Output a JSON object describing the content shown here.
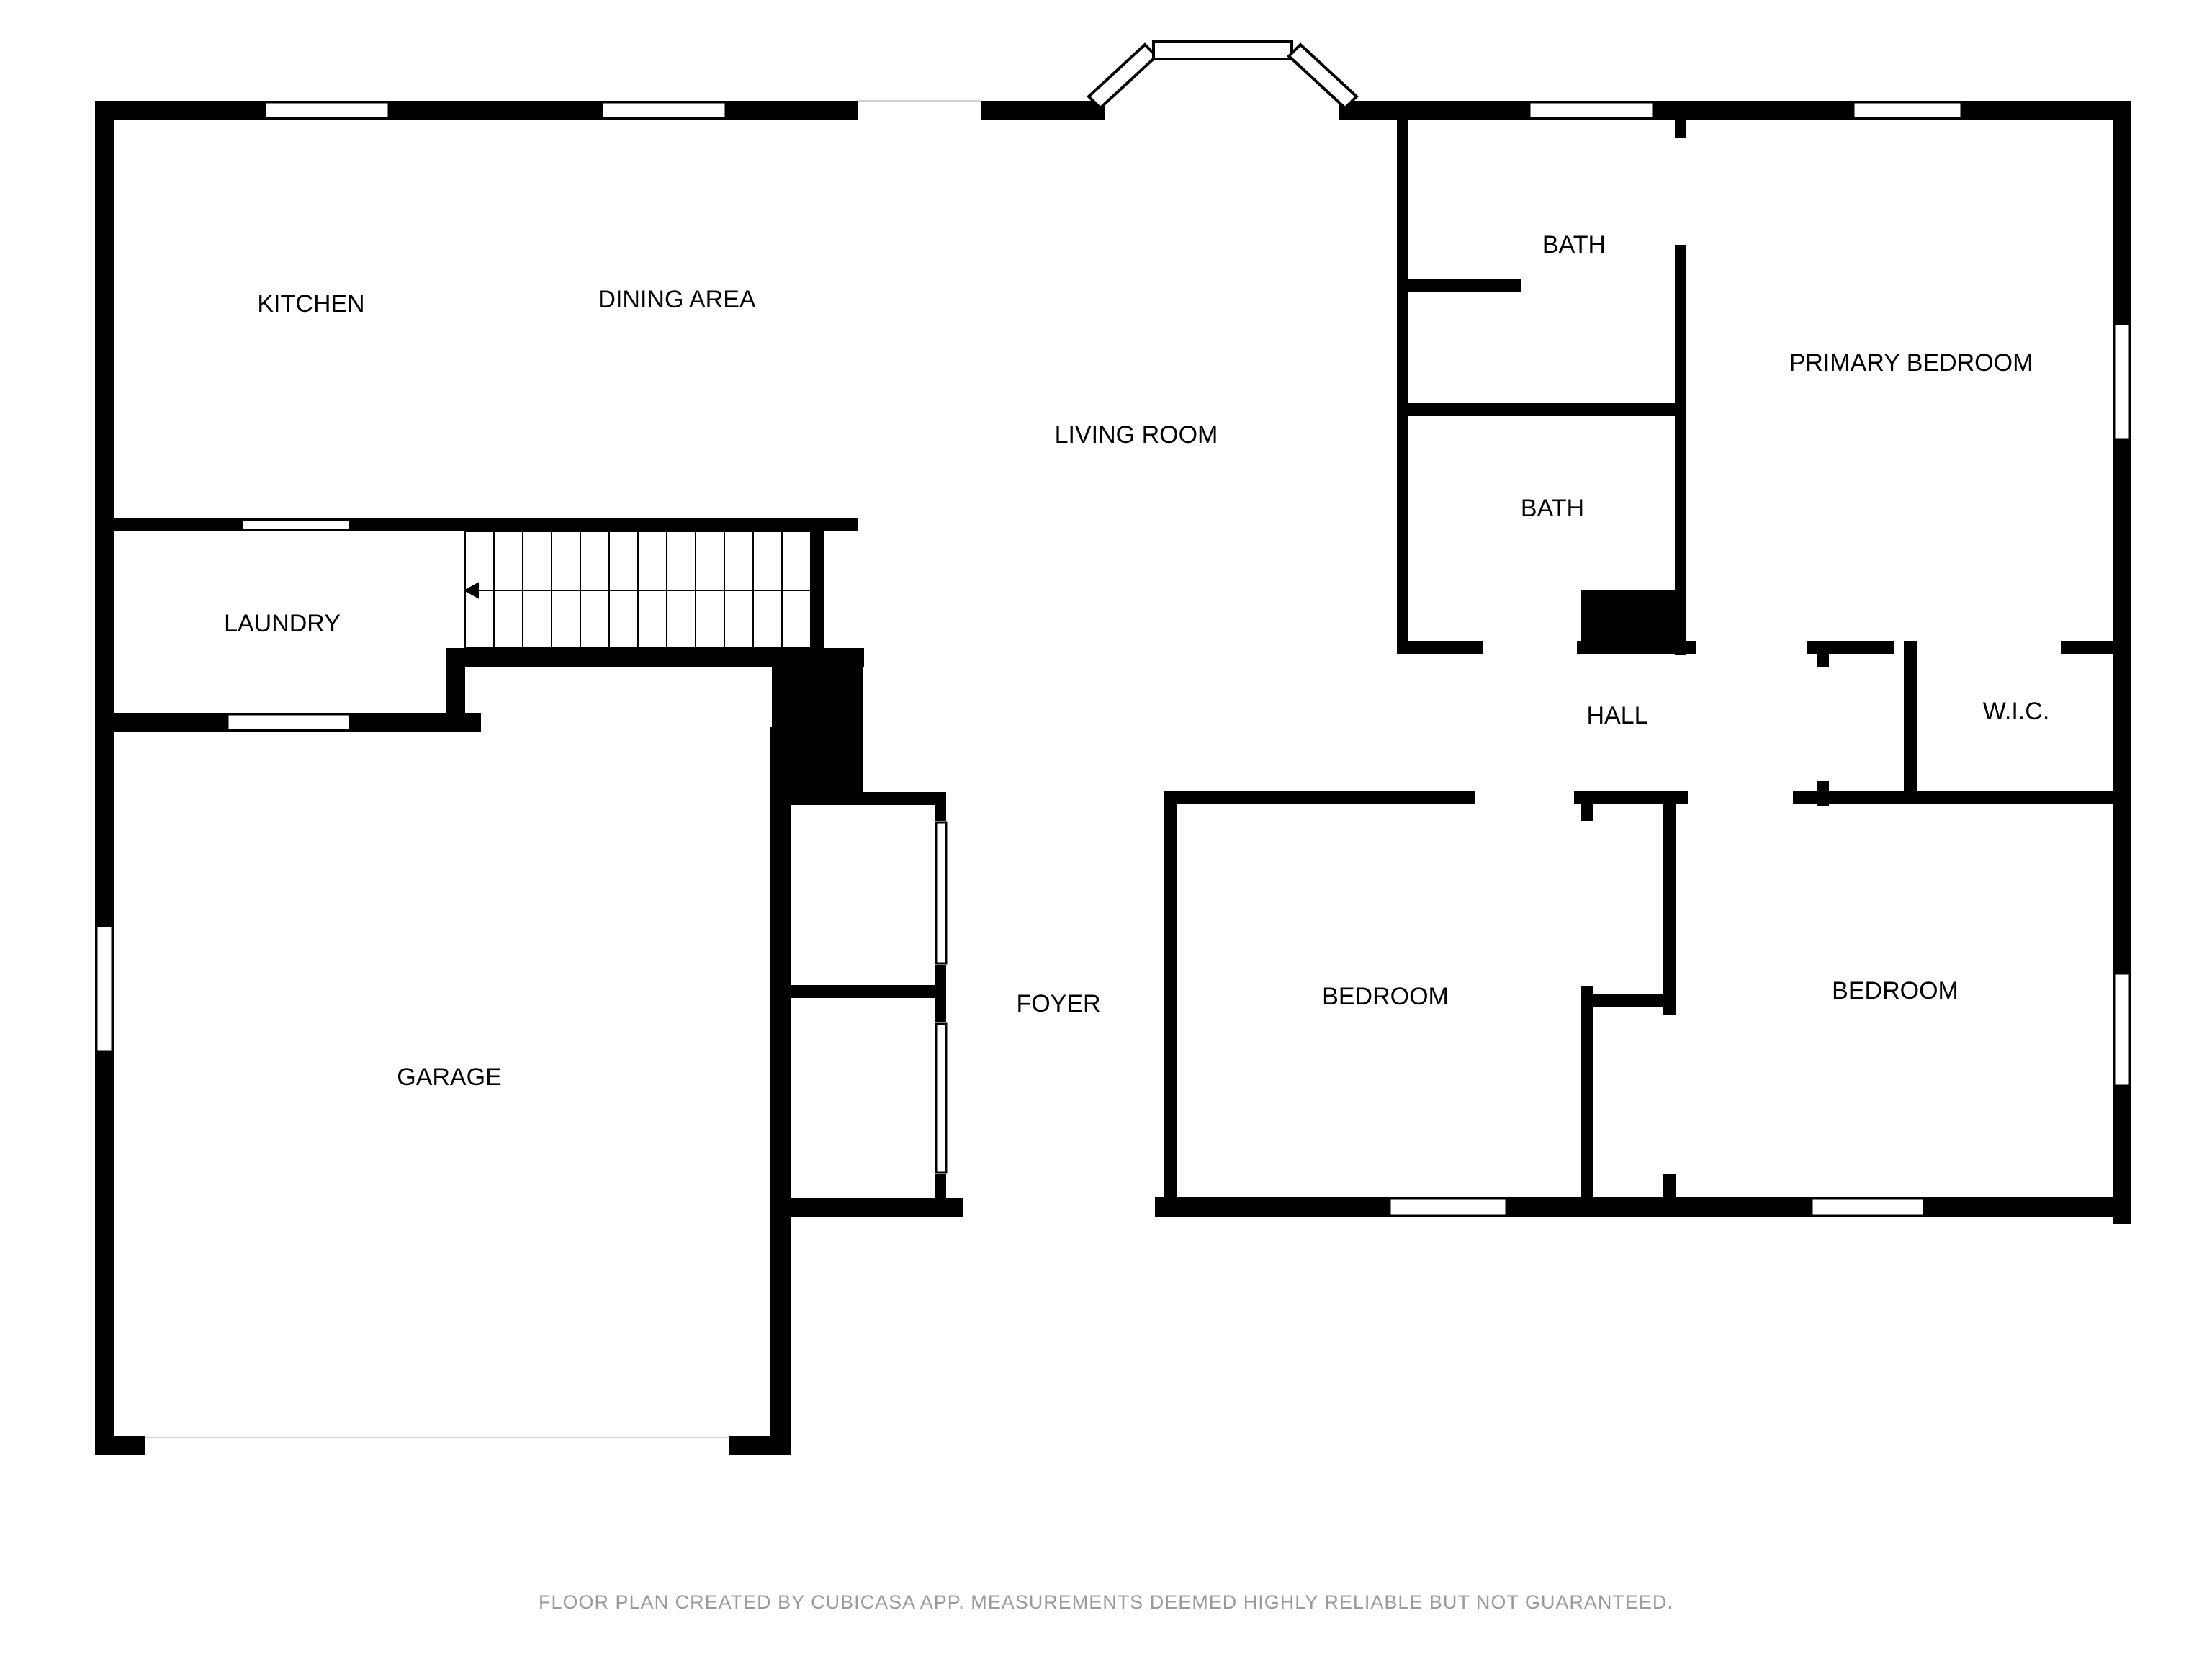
{
  "rooms": {
    "kitchen": "KITCHEN",
    "dining_area": "DINING AREA",
    "living_room": "LIVING ROOM",
    "laundry": "LAUNDRY",
    "garage": "GARAGE",
    "foyer": "FOYER",
    "bath_upper": "BATH",
    "bath_lower": "BATH",
    "primary_bedroom": "PRIMARY BEDROOM",
    "hall": "HALL",
    "wic": "W.I.C.",
    "bedroom_left": "BEDROOM",
    "bedroom_right": "BEDROOM"
  },
  "footer": "FLOOR PLAN CREATED BY CUBICASA APP. MEASUREMENTS DEEMED HIGHLY RELIABLE BUT NOT GUARANTEED.",
  "colors": {
    "wall": "#000000",
    "background": "#ffffff",
    "footer_text": "#9a9a9a",
    "window": "#ffffff"
  }
}
